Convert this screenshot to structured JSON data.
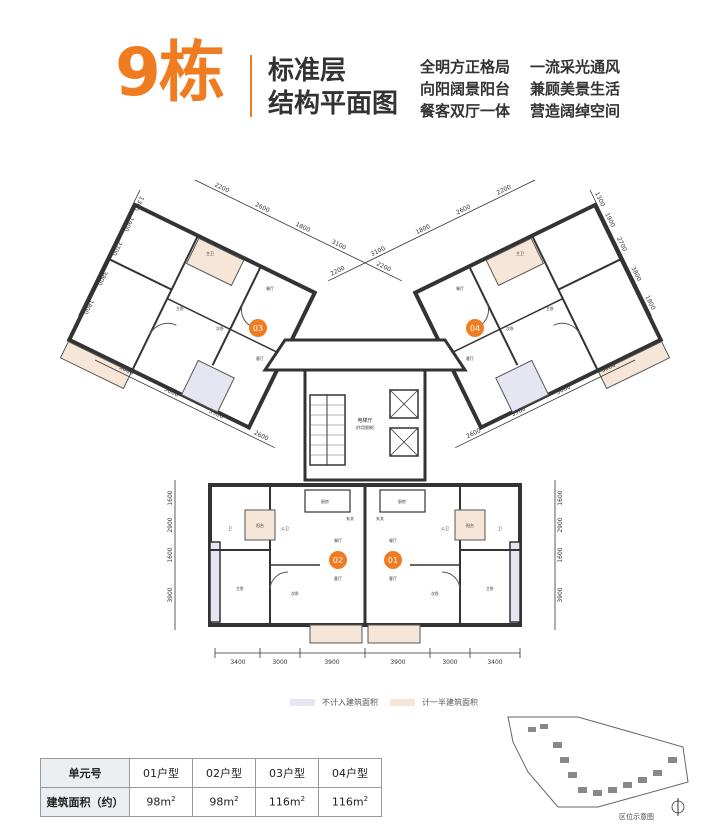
{
  "header": {
    "building": "9栋",
    "title_line1": "标准层",
    "title_line2": "结构平面图",
    "slogans_left": [
      "全明方正格局",
      "向阳阔景阳台",
      "餐客双厅一体"
    ],
    "slogans_right": [
      "一流采光通风",
      "兼顾美景生活",
      "营造阔绰空间"
    ]
  },
  "plan": {
    "unit_numbers": [
      "01",
      "02",
      "03",
      "04"
    ],
    "core_label": "电梯厅",
    "core_sub": "(作用限制)",
    "dims_bottom": [
      "3400",
      "3000",
      "3900",
      "3900",
      "3000",
      "3400"
    ],
    "dims_left": [
      "1600",
      "2900",
      "1600",
      "3900"
    ],
    "dims_right": [
      "1600",
      "2900",
      "1600",
      "3900"
    ],
    "dims_upper_left": [
      "2200",
      "2600",
      "1800",
      "3100",
      "2200"
    ],
    "dims_upper_right": [
      "2200",
      "3100",
      "1800",
      "2600",
      "2200"
    ],
    "dims_ul_side": [
      "1300",
      "1900",
      "2700",
      "3800",
      "1800"
    ],
    "dims_ur_side": [
      "1300",
      "1900",
      "2700",
      "3800",
      "1800"
    ],
    "dims_lower_left": [
      "3600",
      "3000",
      "3900",
      "2600"
    ],
    "dims_lower_right": [
      "3600",
      "3000",
      "3900",
      "2600"
    ],
    "rooms": {
      "kitchen": "厨房",
      "dining": "餐厅",
      "living": "客厅",
      "master": "主卧",
      "second": "次卧",
      "bath": "卫",
      "pub_bath": "公卫",
      "master_bath": "主卫",
      "balcony": "阳台",
      "entry": "玄关"
    }
  },
  "colors": {
    "accent": "#f07c22",
    "badge": "#f07c22",
    "exclude_area": "#e6e6f3",
    "half_area": "#f6e6d8"
  },
  "legend": {
    "exclude": "不计入建筑面积",
    "half": "计一半建筑面积"
  },
  "table": {
    "head_label": "单元号",
    "area_label": "建筑面积（约）",
    "columns": [
      "01户型",
      "02户型",
      "03户型",
      "04户型"
    ],
    "areas": [
      "98",
      "98",
      "116",
      "116"
    ],
    "unit": "m",
    "unit_sup": "2"
  },
  "site_map": {
    "label": "区位示意图"
  }
}
